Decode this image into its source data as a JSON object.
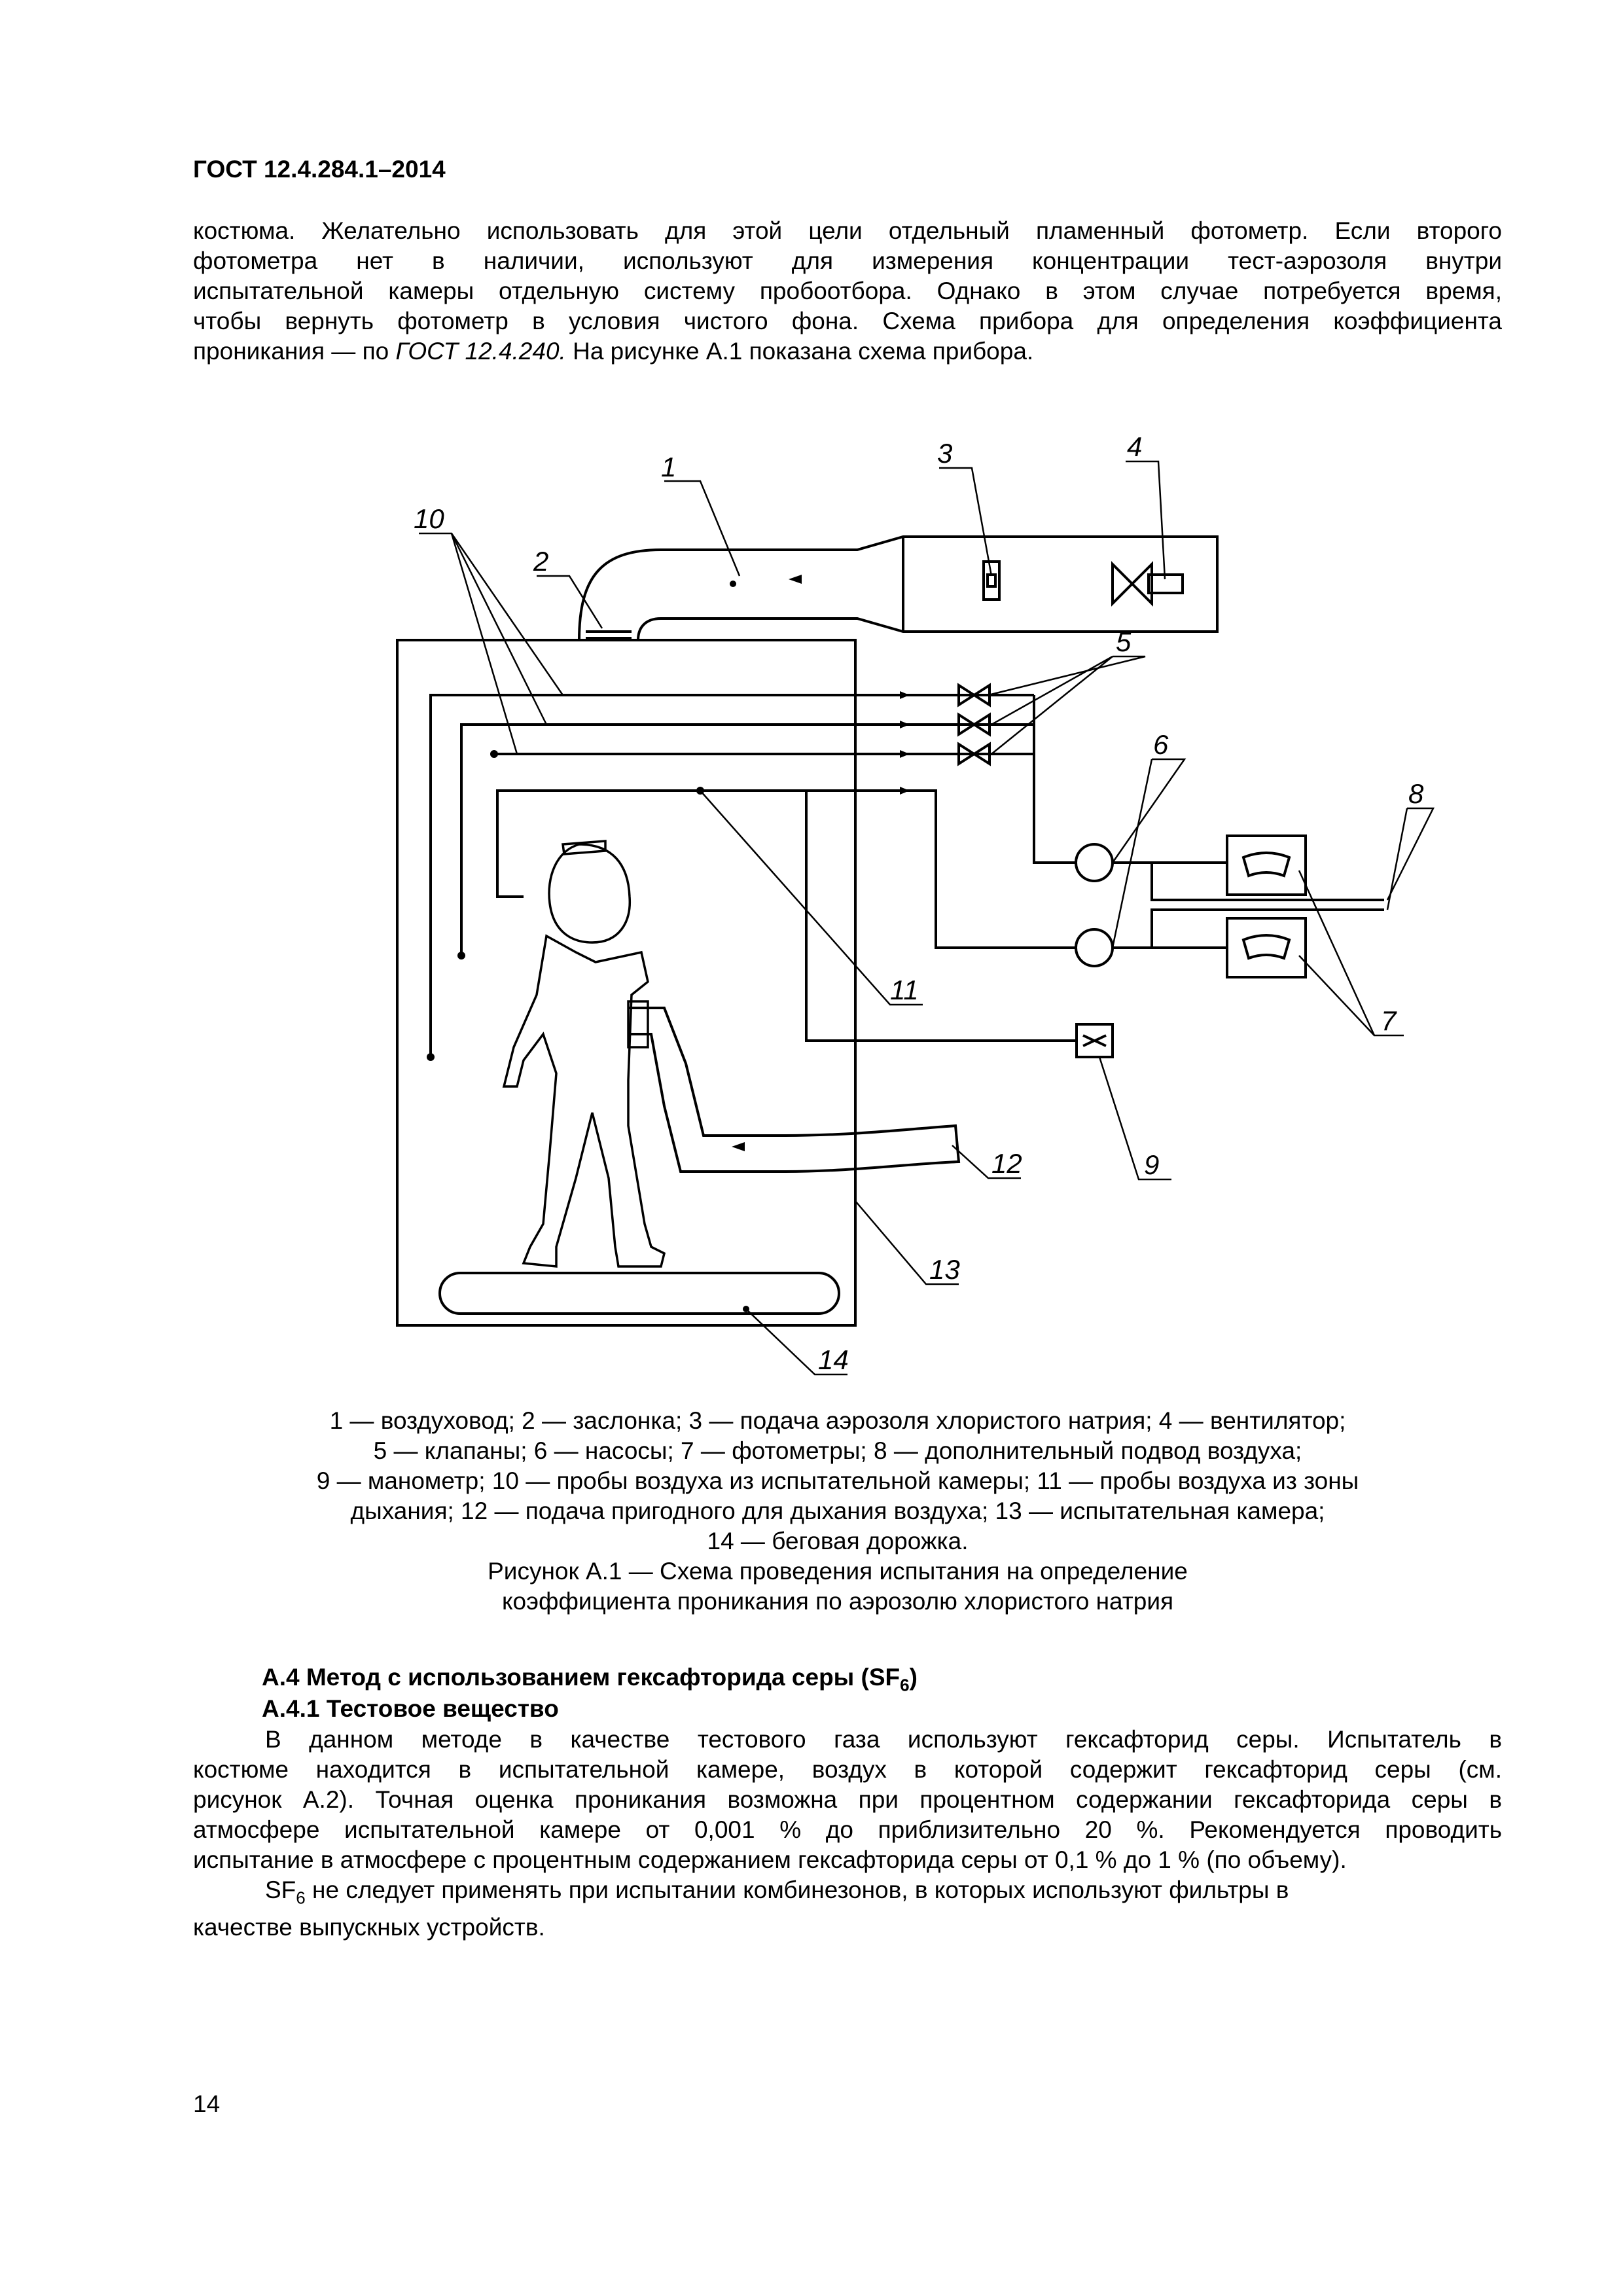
{
  "header": {
    "doc_id": "ГОСТ 12.4.284.1–2014"
  },
  "intro": {
    "lines": [
      "костюма. Желательно использовать для этой цели отдельный пламенный фотометр. Если второго",
      "фотометра нет в наличии, используют для измерения концентрации тест-аэрозоля внутри",
      "испытательной камеры отдельную систему пробоотбора. Однако в этом случае потребуется время,",
      "чтобы вернуть фотометр в условия чистого фона. Схема прибора для определения коэффициента"
    ],
    "last_prefix": "проникания — по ",
    "last_ref": "ГОСТ 12.4.240.",
    "last_suffix": " На рисунке А.1 показана схема прибора."
  },
  "figure": {
    "labels": {
      "l1": "1",
      "l2": "2",
      "l3": "3",
      "l4": "4",
      "l5": "5",
      "l6": "6",
      "l7": "7",
      "l8": "8",
      "l9": "9",
      "l10": "10",
      "l11": "11",
      "l12": "12",
      "l13": "13",
      "l14": "14"
    },
    "legend_lines": [
      "1 — воздуховод; 2 — заслонка; 3 — подача аэрозоля хлористого натрия; 4 — вентилятор;",
      "5 — клапаны; 6 — насосы; 7 — фотометры; 8 — дополнительный подвод воздуха;",
      "9 — манометр; 10 — пробы воздуха из испытательной камеры; 11 — пробы воздуха из зоны",
      "дыхания; 12 — подача пригодного для дыхания воздуха; 13 — испытательная камера;",
      "14 — беговая дорожка."
    ],
    "caption_lines": [
      "Рисунок А.1 — Схема проведения испытания на определение",
      "коэффициента проникания по аэрозолю хлористого натрия"
    ]
  },
  "section_a4": {
    "title_prefix": "А.4  Метод с использованием гексафторида серы (SF",
    "title_sub": "6",
    "title_suffix": ")",
    "subtitle": "А.4.1 Тестовое вещество",
    "p1_lines": [
      "В данном методе в качестве тестового газа используют гексафторид серы. Испытатель в",
      "костюме находится в испытательной камере, воздух в которой содержит гексафторид серы (см.",
      "рисунок А.2). Точная оценка проникания возможна при процентном содержании гексафторида серы в",
      "атмосфере испытательной камере от 0,001 % до приблизительно 20 %. Рекомендуется проводить",
      "испытание в атмосфере с процентным содержанием гексафторида серы от 0,1 % до 1 % (по объему)."
    ],
    "p2_prefix": "SF",
    "p2_sub": "6",
    "p2_line1": " не следует применять при испытании комбинезонов, в которых используют фильтры в",
    "p2_line2": "качестве выпускных устройств."
  },
  "footer": {
    "page_number": "14"
  }
}
